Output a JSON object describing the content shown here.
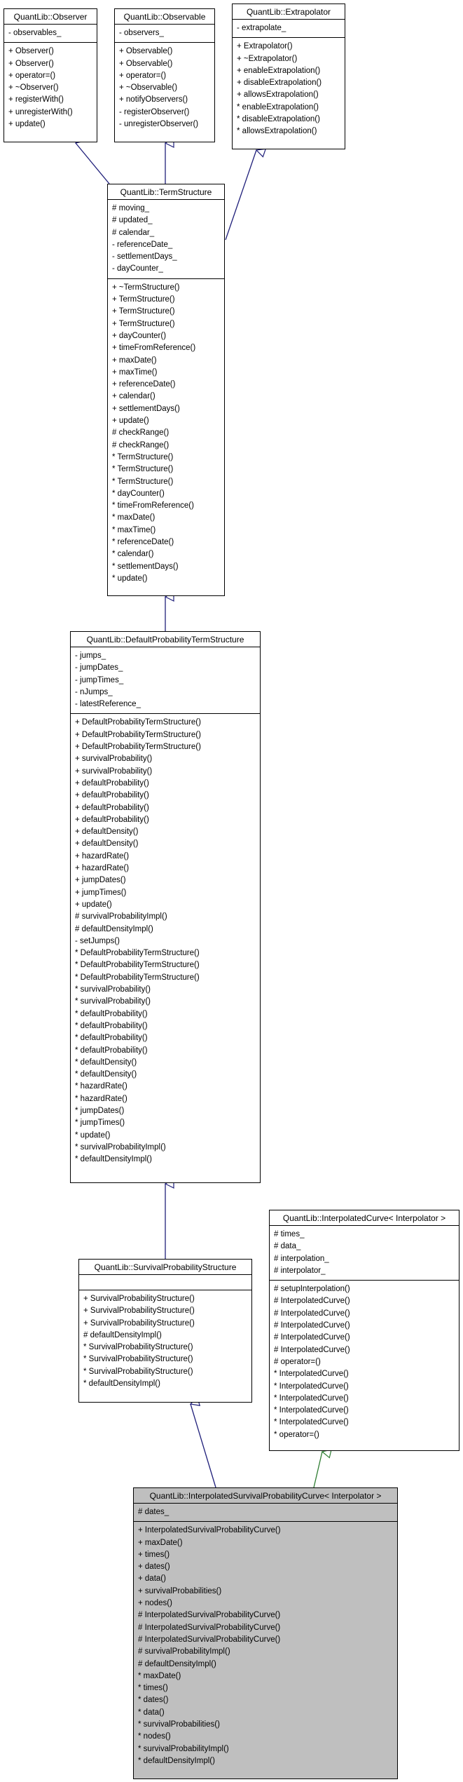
{
  "colors": {
    "inherit_edge": "#1f1f7a",
    "template_edge": "#2e7d32",
    "highlight_fill": "#bfbfbf"
  },
  "classes": {
    "observer": {
      "name": "QuantLib::Observer",
      "attributes": [
        "- observables_"
      ],
      "methods": [
        "+ Observer()",
        "+ Observer()",
        "+ operator=()",
        "+ ~Observer()",
        "+ registerWith()",
        "+ unregisterWith()",
        "+ update()"
      ]
    },
    "observable": {
      "name": "QuantLib::Observable",
      "attributes": [
        "- observers_"
      ],
      "methods": [
        "+ Observable()",
        "+ Observable()",
        "+ operator=()",
        "+ ~Observable()",
        "+ notifyObservers()",
        "- registerObserver()",
        "- unregisterObserver()"
      ]
    },
    "extrapolator": {
      "name": "QuantLib::Extrapolator",
      "attributes": [
        "- extrapolate_"
      ],
      "methods": [
        "+ Extrapolator()",
        "+ ~Extrapolator()",
        "+ enableExtrapolation()",
        "+ disableExtrapolation()",
        "+ allowsExtrapolation()",
        "* enableExtrapolation()",
        "* disableExtrapolation()",
        "* allowsExtrapolation()"
      ]
    },
    "term_structure": {
      "name": "QuantLib::TermStructure",
      "attributes": [
        "# moving_",
        "# updated_",
        "# calendar_",
        "- referenceDate_",
        "- settlementDays_",
        "- dayCounter_"
      ],
      "methods": [
        "+ ~TermStructure()",
        "+ TermStructure()",
        "+ TermStructure()",
        "+ TermStructure()",
        "+ dayCounter()",
        "+ timeFromReference()",
        "+ maxDate()",
        "+ maxTime()",
        "+ referenceDate()",
        "+ calendar()",
        "+ settlementDays()",
        "+ update()",
        "# checkRange()",
        "# checkRange()",
        "* TermStructure()",
        "* TermStructure()",
        "* TermStructure()",
        "* dayCounter()",
        "* timeFromReference()",
        "* maxDate()",
        "* maxTime()",
        "* referenceDate()",
        "* calendar()",
        "* settlementDays()",
        "* update()"
      ]
    },
    "default_prob": {
      "name": "QuantLib::DefaultProbabilityTermStructure",
      "attributes": [
        "- jumps_",
        "- jumpDates_",
        "- jumpTimes_",
        "- nJumps_",
        "- latestReference_"
      ],
      "methods": [
        "+ DefaultProbabilityTermStructure()",
        "+ DefaultProbabilityTermStructure()",
        "+ DefaultProbabilityTermStructure()",
        "+ survivalProbability()",
        "+ survivalProbability()",
        "+ defaultProbability()",
        "+ defaultProbability()",
        "+ defaultProbability()",
        "+ defaultProbability()",
        "+ defaultDensity()",
        "+ defaultDensity()",
        "+ hazardRate()",
        "+ hazardRate()",
        "+ jumpDates()",
        "+ jumpTimes()",
        "+ update()",
        "# survivalProbabilityImpl()",
        "# defaultDensityImpl()",
        "- setJumps()",
        "* DefaultProbabilityTermStructure()",
        "* DefaultProbabilityTermStructure()",
        "* DefaultProbabilityTermStructure()",
        "* survivalProbability()",
        "* survivalProbability()",
        "* defaultProbability()",
        "* defaultProbability()",
        "* defaultProbability()",
        "* defaultProbability()",
        "* defaultDensity()",
        "* defaultDensity()",
        "* hazardRate()",
        "* hazardRate()",
        "* jumpDates()",
        "* jumpTimes()",
        "* update()",
        "* survivalProbabilityImpl()",
        "* defaultDensityImpl()"
      ]
    },
    "survival": {
      "name": "QuantLib::SurvivalProbabilityStructure",
      "attributes": [],
      "methods": [
        "+ SurvivalProbabilityStructure()",
        "+ SurvivalProbabilityStructure()",
        "+ SurvivalProbabilityStructure()",
        "# defaultDensityImpl()",
        "* SurvivalProbabilityStructure()",
        "* SurvivalProbabilityStructure()",
        "* SurvivalProbabilityStructure()",
        "* defaultDensityImpl()"
      ]
    },
    "interpolated_curve": {
      "name": "QuantLib::InterpolatedCurve< Interpolator >",
      "attributes": [
        "# times_",
        "# data_",
        "# interpolation_",
        "# interpolator_"
      ],
      "methods": [
        "# setupInterpolation()",
        "# InterpolatedCurve()",
        "# InterpolatedCurve()",
        "# InterpolatedCurve()",
        "# InterpolatedCurve()",
        "# InterpolatedCurve()",
        "# operator=()",
        "* InterpolatedCurve()",
        "* InterpolatedCurve()",
        "* InterpolatedCurve()",
        "* InterpolatedCurve()",
        "* InterpolatedCurve()",
        "* operator=()"
      ]
    },
    "interp_survival": {
      "name": "QuantLib::InterpolatedSurvivalProbabilityCurve< Interpolator >",
      "attributes": [
        "# dates_"
      ],
      "methods": [
        "+ InterpolatedSurvivalProbabilityCurve()",
        "+ maxDate()",
        "+ times()",
        "+ dates()",
        "+ data()",
        "+ survivalProbabilities()",
        "+ nodes()",
        "# InterpolatedSurvivalProbabilityCurve()",
        "# InterpolatedSurvivalProbabilityCurve()",
        "# InterpolatedSurvivalProbabilityCurve()",
        "# survivalProbabilityImpl()",
        "# defaultDensityImpl()",
        "* maxDate()",
        "* times()",
        "* dates()",
        "* data()",
        "* survivalProbabilities()",
        "* nodes()",
        "* survivalProbabilityImpl()",
        "* defaultDensityImpl()"
      ]
    }
  }
}
